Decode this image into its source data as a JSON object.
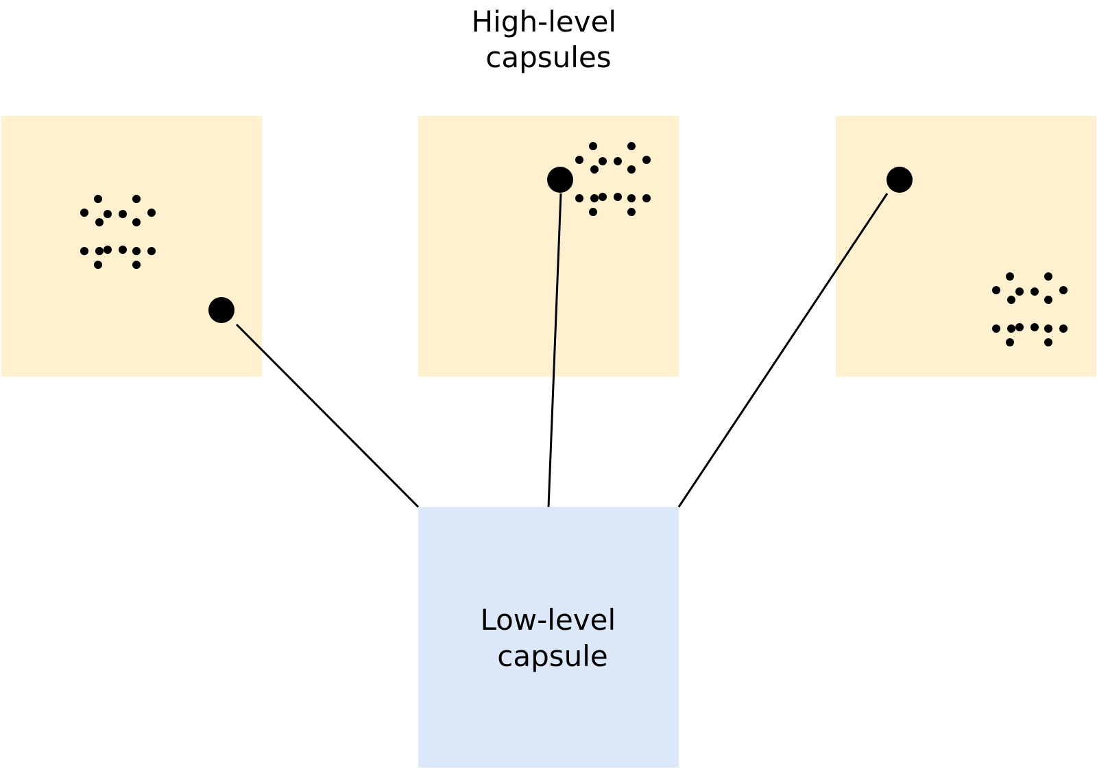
{
  "title": {
    "line1": "High-level",
    "line2": "capsules"
  },
  "low_level_capsule": {
    "line1": "Low-level",
    "line2": "capsule"
  },
  "colors": {
    "high_level_fill": "#fff1cf",
    "low_level_fill": "#dae8f9",
    "ink": "#000000"
  }
}
